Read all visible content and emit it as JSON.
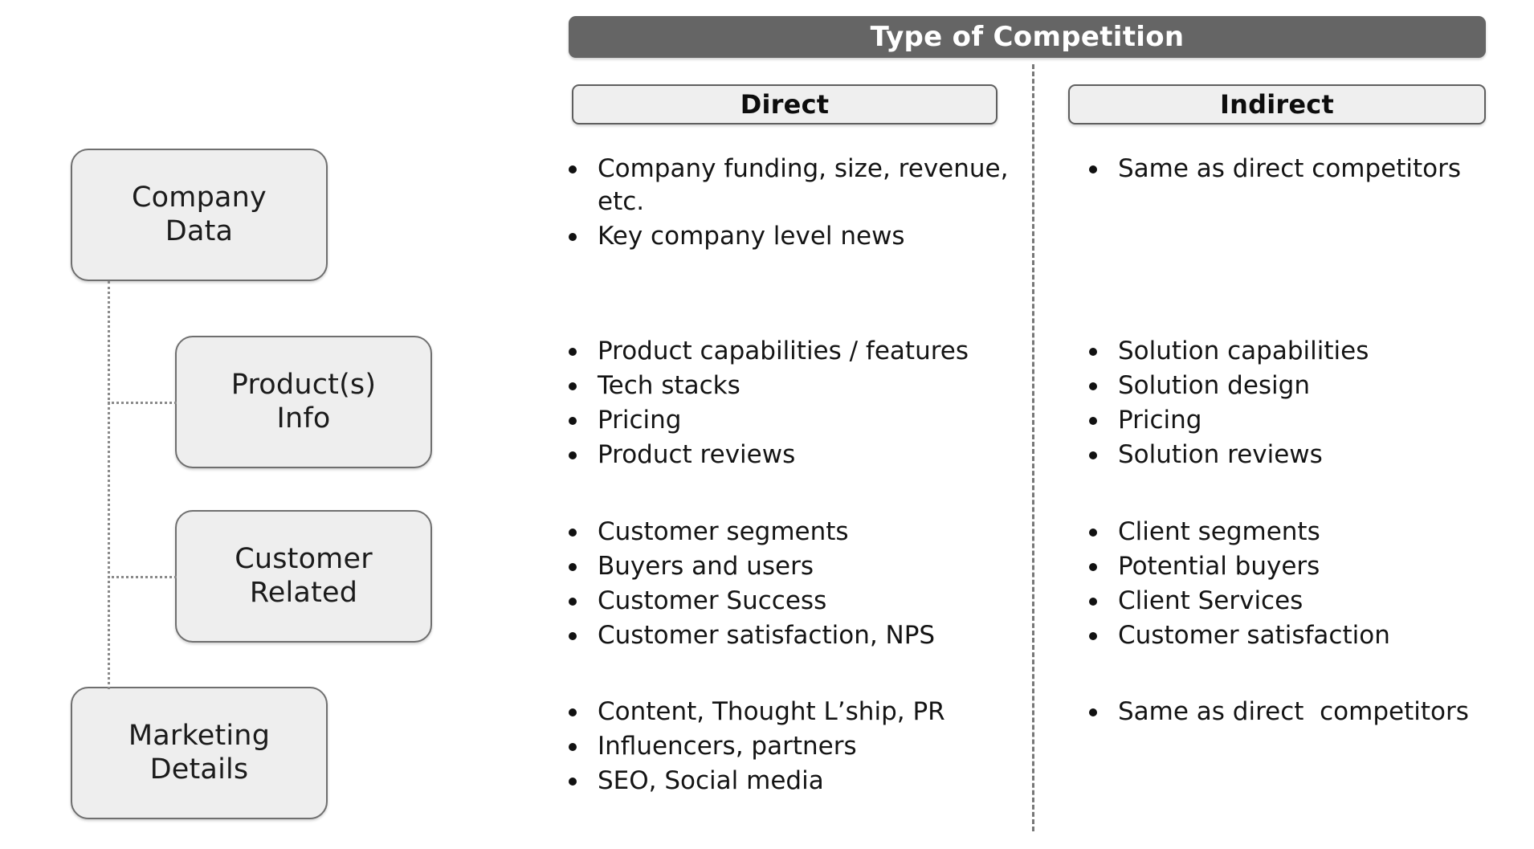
{
  "header": {
    "title": "Type of Competition"
  },
  "columns": [
    {
      "id": "direct",
      "label": "Direct"
    },
    {
      "id": "indirect",
      "label": "Indirect"
    }
  ],
  "categories": [
    {
      "id": "company",
      "label": "Company\nData"
    },
    {
      "id": "product",
      "label": "Product(s)\nInfo"
    },
    {
      "id": "customer",
      "label": "Customer\nRelated"
    },
    {
      "id": "marketing",
      "label": "Marketing\nDetails"
    }
  ],
  "rows": [
    {
      "category": "Company Data",
      "direct": [
        "Company funding, size, revenue, etc.",
        "Key company level news"
      ],
      "indirect": [
        "Same as direct competitors"
      ]
    },
    {
      "category": "Product(s) Info",
      "direct": [
        "Product capabilities / features",
        "Tech stacks",
        "Pricing",
        "Product reviews"
      ],
      "indirect": [
        "Solution capabilities",
        "Solution design",
        "Pricing",
        "Solution reviews"
      ]
    },
    {
      "category": "Customer Related",
      "direct": [
        "Customer segments",
        "Buyers and users",
        "Customer Success",
        "Customer satisfaction, NPS"
      ],
      "indirect": [
        "Client segments",
        "Potential buyers",
        "Client Services",
        "Customer satisfaction"
      ]
    },
    {
      "category": "Marketing Details",
      "direct": [
        "Content, Thought L’ship, PR",
        "Influencers, partners",
        "SEO, Social media"
      ],
      "indirect": [
        "Same as direct  competitors"
      ]
    }
  ],
  "colors": {
    "header_bar_bg": "#656565",
    "header_bar_text": "#ffffff",
    "box_fill": "#eeeeee",
    "box_border": "#6f6f6f",
    "connector": "#8a8a8a",
    "divider": "#777777",
    "text": "#141414",
    "background": "#ffffff"
  }
}
